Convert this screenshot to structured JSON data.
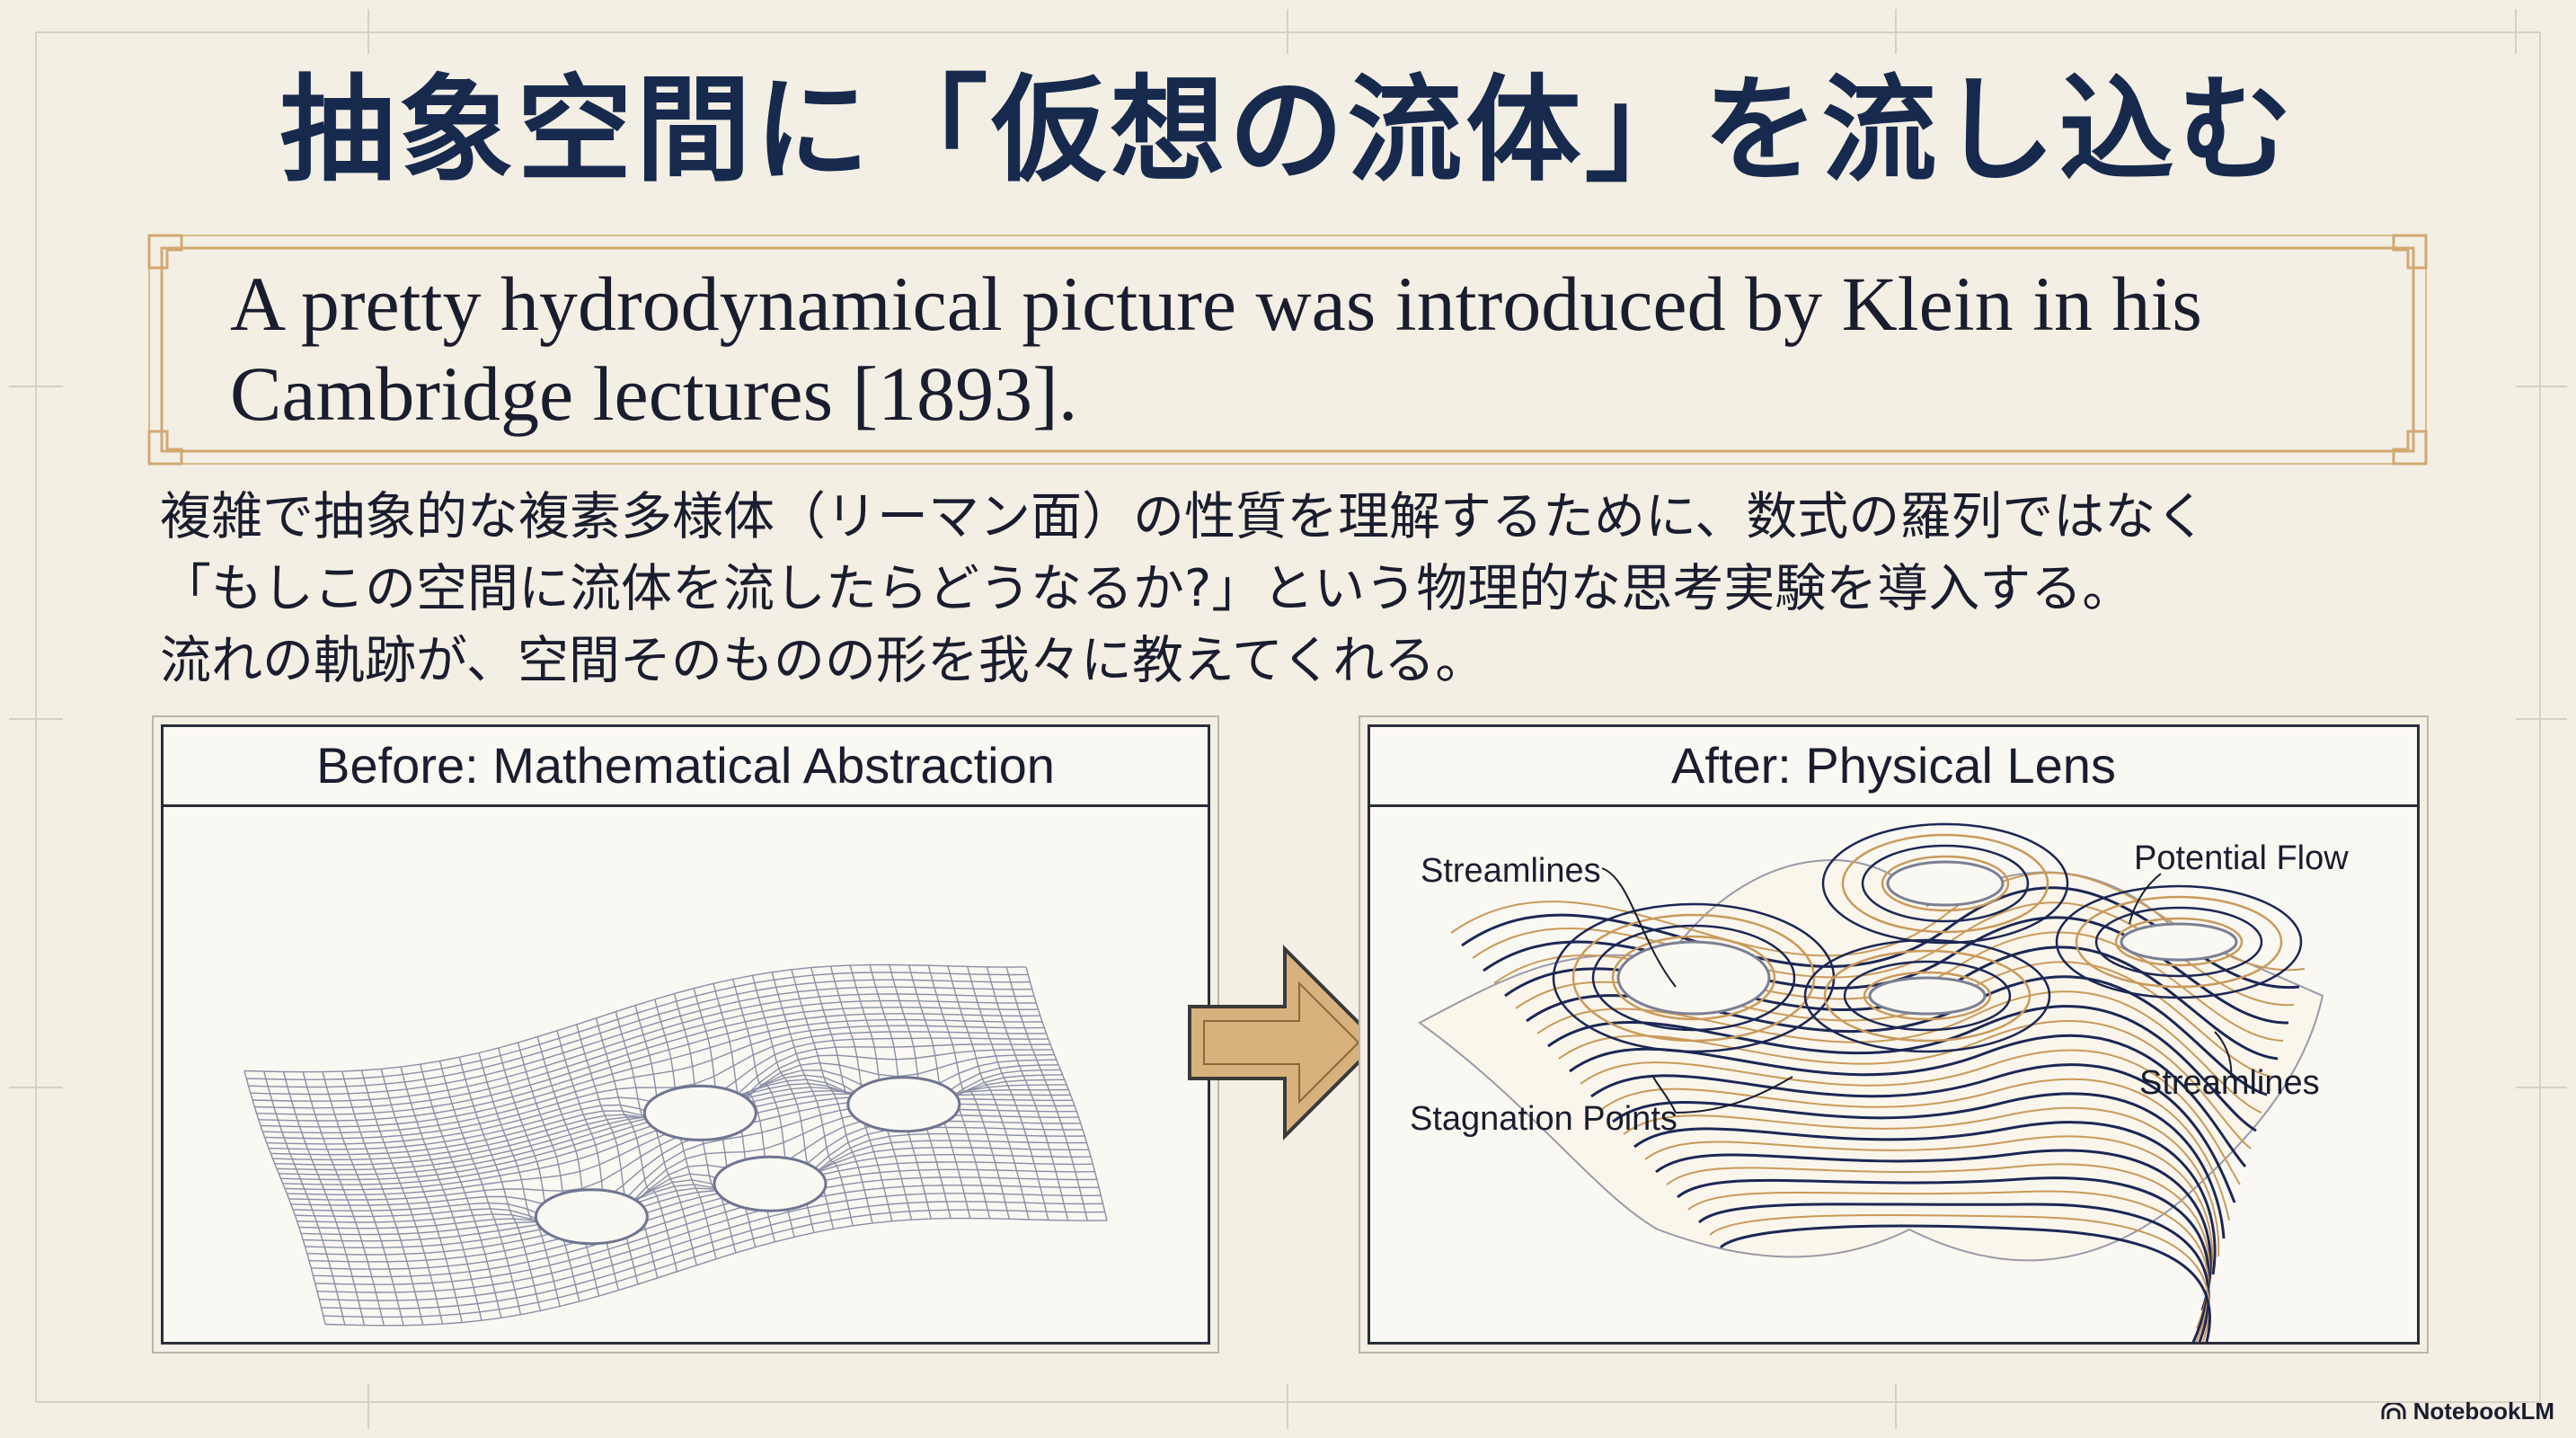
{
  "title": "抽象空間に「仮想の流体」を流し込む",
  "quote": "A pretty hydrodynamical picture was introduced by Klein in his Cambridge lectures [1893].",
  "body_lines": [
    "複雑で抽象的な複素多様体（リーマン面）の性質を理解するために、数式の羅列ではなく",
    "「もしこの空間に流体を流したらどうなるか?」という物理的な思考実験を導入する。",
    "流れの軌跡が、空間そのものの形を我々に教えてくれる。"
  ],
  "panel_left": {
    "header": "Before: Mathematical Abstraction"
  },
  "panel_right": {
    "header": "After: Physical Lens",
    "labels": {
      "streamlines_top": "Streamlines",
      "potential_flow": "Potential Flow",
      "streamlines_bottom": "Streamlines",
      "stagnation_points": "Stagnation Points"
    }
  },
  "brand": "NotebookLM",
  "icons": {
    "transition_arrow": "right-arrow-icon",
    "brand_logo": "notebooklm-logo-icon"
  },
  "colors": {
    "background": "#f3efe4",
    "title": "#172a4e",
    "quote_border": "#d2a874",
    "arrow_fill": "#d8b27c",
    "streamline_navy": "#1c2754",
    "streamline_gold": "#c99a5c",
    "mesh": "#8a8fa6"
  }
}
